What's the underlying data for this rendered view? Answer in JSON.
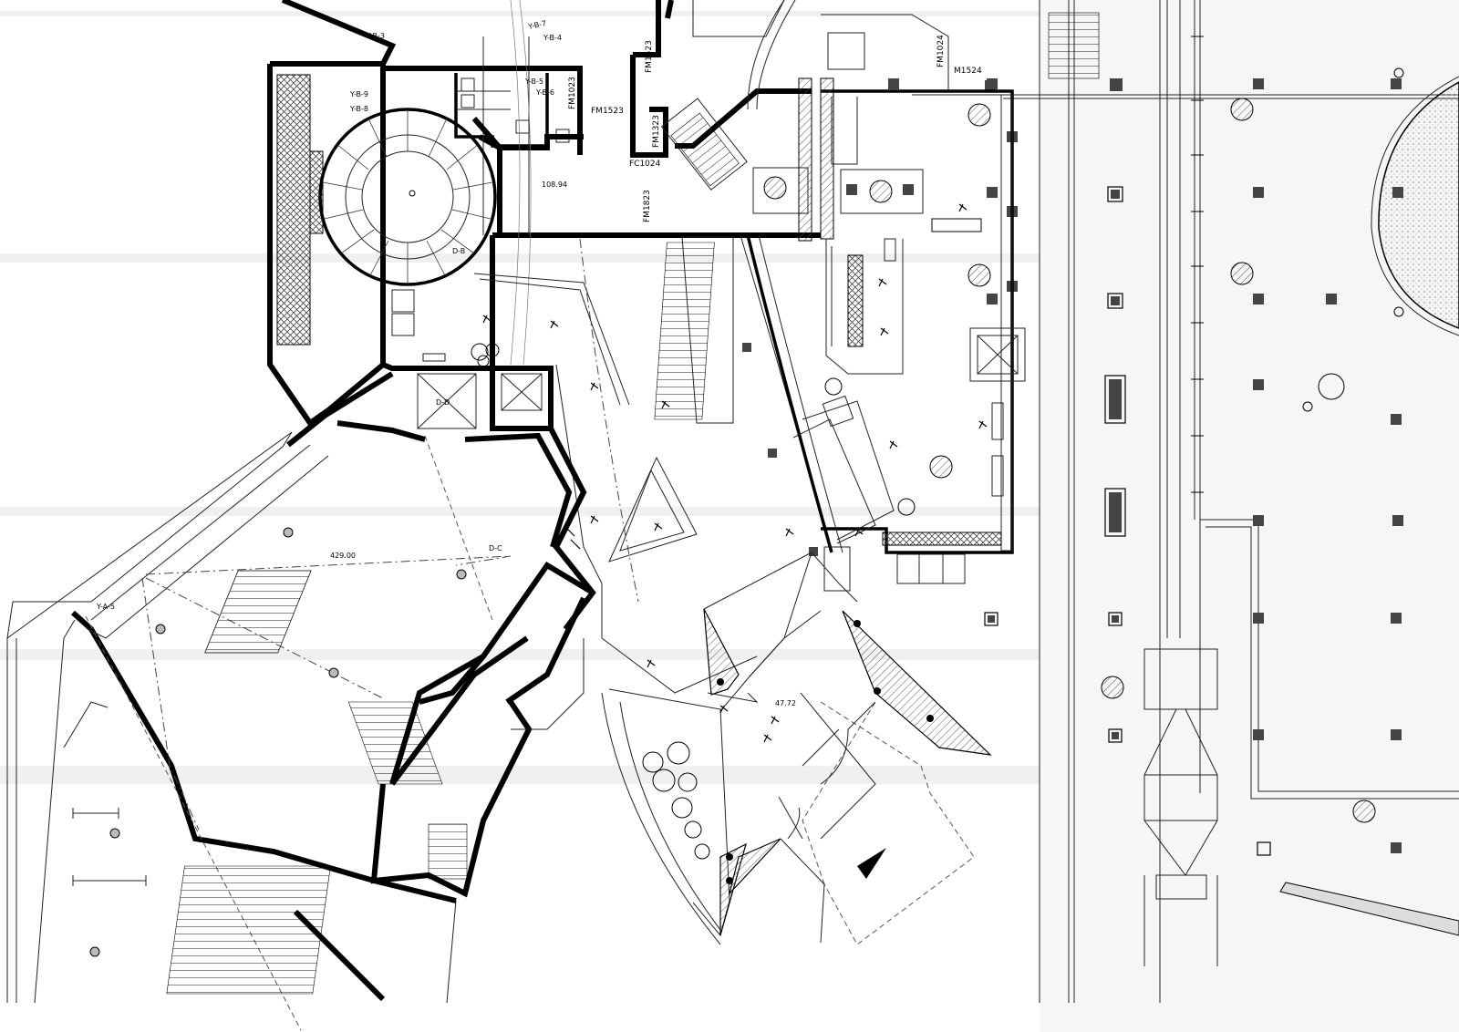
{
  "drawing": {
    "room_labels": [
      {
        "id": "room-a",
        "text": "108.94"
      },
      {
        "id": "room-b",
        "text": "429.00"
      },
      {
        "id": "room-c",
        "text": "47.72"
      }
    ],
    "grid_labels": [
      {
        "id": "g1",
        "text": "Y-B-3"
      },
      {
        "id": "g2",
        "text": "Y-B-7"
      },
      {
        "id": "g3",
        "text": "Y-B-4"
      },
      {
        "id": "g4",
        "text": "Y-B-5"
      },
      {
        "id": "g5",
        "text": "Y-B-6"
      },
      {
        "id": "g6",
        "text": "Y-B-9"
      },
      {
        "id": "g7",
        "text": "Y-B-8"
      },
      {
        "id": "g8",
        "text": "Y-A-5"
      }
    ],
    "door_tags": [
      {
        "id": "d1",
        "text": "FM1523"
      },
      {
        "id": "d2",
        "text": "FM1023"
      },
      {
        "id": "d3",
        "text": "FM1523"
      },
      {
        "id": "d4",
        "text": "FM1323"
      },
      {
        "id": "d5",
        "text": "FC1024"
      },
      {
        "id": "d6",
        "text": "FM1823"
      },
      {
        "id": "d7",
        "text": "FM1024"
      },
      {
        "id": "d8",
        "text": "M1524"
      }
    ],
    "stair_marks": [
      {
        "id": "s1",
        "text": "D-D"
      },
      {
        "id": "s2",
        "text": "D-C"
      },
      {
        "id": "s3",
        "text": "D-B"
      }
    ]
  }
}
